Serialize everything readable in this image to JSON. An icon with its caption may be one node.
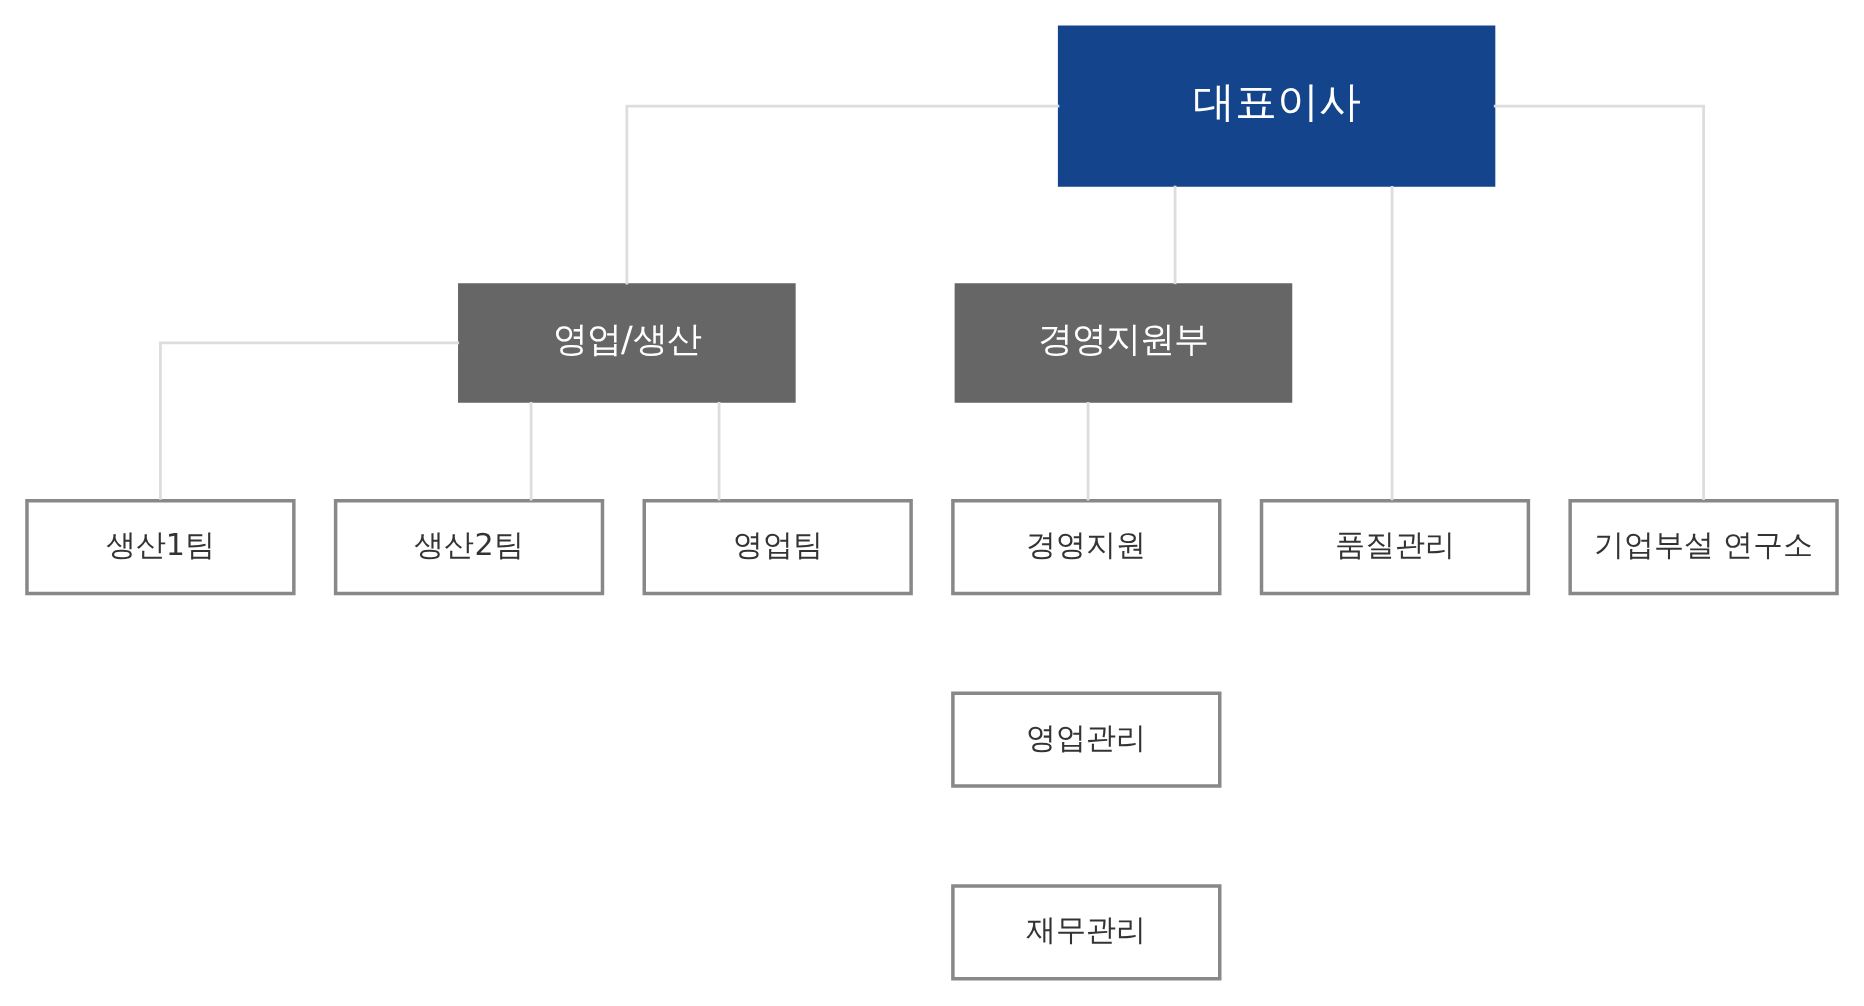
{
  "diagram": {
    "nodes": [
      {
        "text": [
          "대표이사"
        ]
      },
      {
        "text": [
          "영업/생산"
        ]
      },
      {
        "text": [
          "경영지원부"
        ]
      },
      {
        "text": [
          "생산1팀"
        ]
      },
      {
        "text": [
          "생산2팀"
        ]
      },
      {
        "text": [
          "영업팀"
        ]
      },
      {
        "text": [
          "품질관리"
        ]
      },
      {
        "text": [
          "기업부설 연구소"
        ]
      },
      {
        "text": [
          "경영지원"
        ]
      },
      {
        "text": [
          "영업관리"
        ]
      },
      {
        "text": [
          "재무관리"
        ]
      }
    ],
    "edges": [
      {
        "from": 0,
        "to": 1,
        "arrow": "none"
      },
      {
        "from": 0,
        "to": 6,
        "arrow": "none"
      },
      {
        "from": 0,
        "to": 7,
        "arrow": "none"
      },
      {
        "from": 0,
        "to": 2,
        "arrow": "none"
      },
      {
        "from": 1,
        "to": 3,
        "arrow": "none"
      },
      {
        "from": 1,
        "to": 4,
        "arrow": "none"
      },
      {
        "from": 1,
        "to": 5,
        "arrow": "none"
      },
      {
        "from": 2,
        "to": 8,
        "arrow": "none"
      }
    ]
  }
}
